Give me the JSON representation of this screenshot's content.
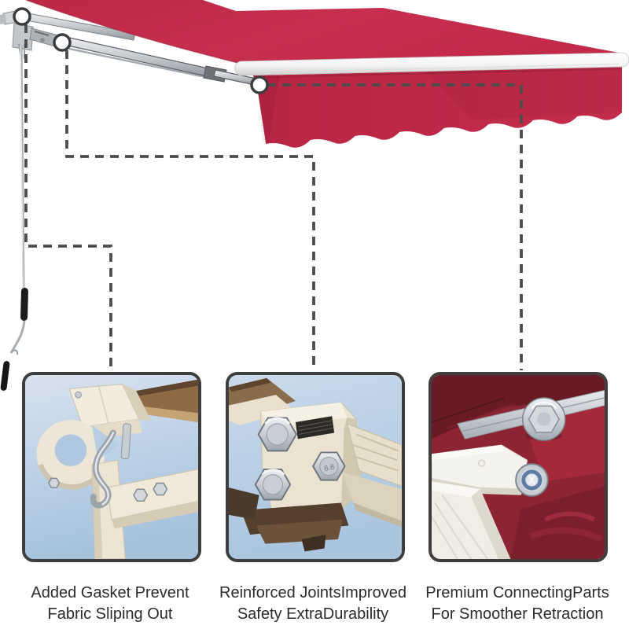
{
  "colors": {
    "background": "#FFFFFF",
    "fabric_red": "#C62C4D",
    "valance_red": "#BF2847",
    "trim_white": "#FFFFFF",
    "front_bar_white": "#F4F4F4",
    "arm_silver": "#C8CCD1",
    "dash_gray": "#4C4C4C",
    "marker_ring": "#3C3C3C",
    "box_border": "#3E3E3E",
    "text_color": "#2B2B2B",
    "sky_blue": "#AFC9E1",
    "hardware_cream": "#EDE6D6",
    "chrome_silver": "#D5D9DE",
    "burgundy_fabric": "#8C2433",
    "crank_grip_black": "#1C1C1C"
  },
  "features": [
    {
      "caption_line1": "Added Gasket Prevent",
      "caption_line2": "Fabric Sliping Out"
    },
    {
      "caption_line1": "Reinforced JointsImproved",
      "caption_line2": "Safety ExtraDurability",
      "bolt_marking": "8.8"
    },
    {
      "caption_line1": "Premium ConnectingParts",
      "caption_line2": "For Smoother Retraction"
    }
  ]
}
